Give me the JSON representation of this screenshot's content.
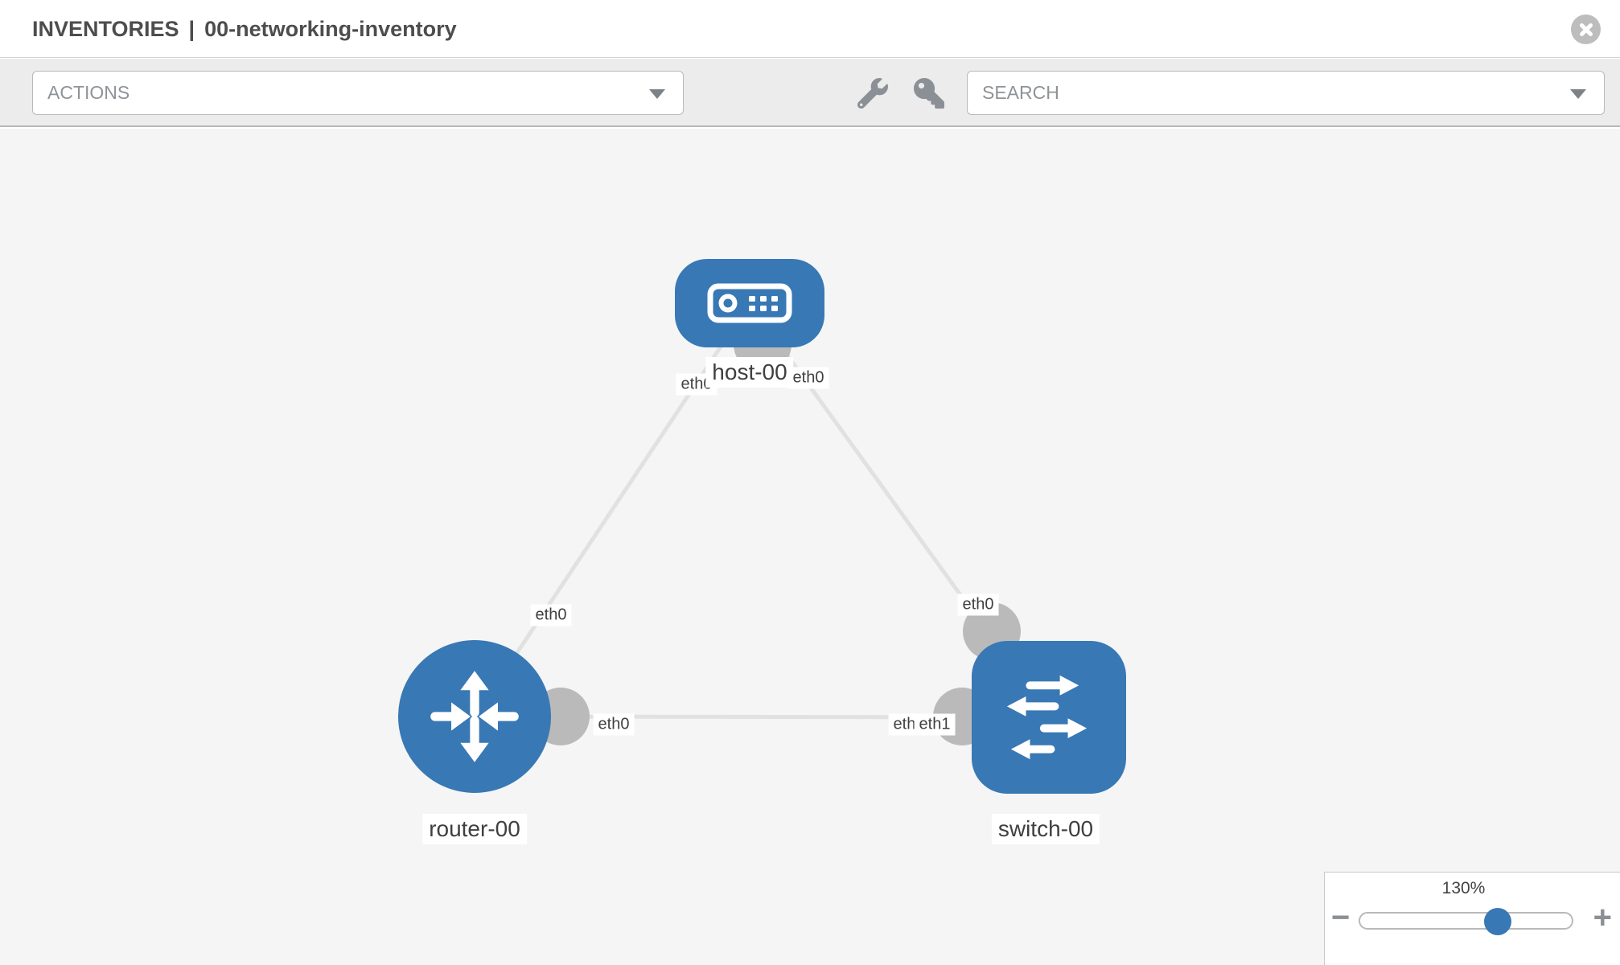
{
  "window": {
    "title_breadcrumb": "INVENTORIES",
    "title_separator": "|",
    "title_name": "00-networking-inventory"
  },
  "toolbar": {
    "actions_placeholder": "ACTIONS",
    "search_placeholder": "SEARCH"
  },
  "topology": {
    "nodes": [
      {
        "id": "host-00",
        "type": "host",
        "label": "host-00"
      },
      {
        "id": "router-00",
        "type": "router",
        "label": "router-00"
      },
      {
        "id": "switch-00",
        "type": "switch",
        "label": "switch-00"
      }
    ],
    "links": [
      {
        "from": "host-00",
        "from_iface": "eth0",
        "to": "router-00",
        "to_iface": "eth0"
      },
      {
        "from": "host-00",
        "from_iface": "eth0",
        "to": "switch-00",
        "to_iface": "eth0"
      },
      {
        "from": "router-00",
        "from_iface": "eth0",
        "to": "switch-00",
        "to_iface": "eth1"
      }
    ],
    "iface_labels": {
      "host_to_router_at_host": "eth0",
      "host_to_switch_at_host": "eth0",
      "host_to_router_at_router": "eth0",
      "host_to_switch_at_switch": "eth0",
      "router_to_switch_at_router": "eth0",
      "router_to_switch_at_switch_back": "eth0",
      "router_to_switch_at_switch_front": "eth1"
    }
  },
  "zoom_control": {
    "level": "130%",
    "minus_label": "−",
    "plus_label": "+"
  },
  "colors": {
    "node_fill": "#3878b5",
    "connector_fill": "#bababa",
    "link_stroke": "#e1e1e1",
    "icon_gray": "#8b9096",
    "canvas_bg": "#f5f5f5",
    "toolbar_bg": "#ececec"
  }
}
